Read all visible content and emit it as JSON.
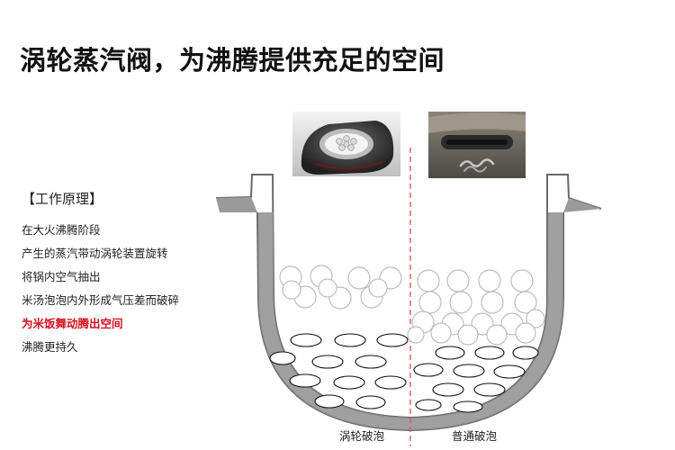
{
  "title": "涡轮蒸汽阀，为沸腾提供充足的空间",
  "principle": {
    "heading": "【工作原理】",
    "steps": [
      {
        "text": "在大火沸腾阶段",
        "highlight": false
      },
      {
        "text": "产生的蒸汽带动涡轮装置旋转",
        "highlight": false
      },
      {
        "text": "将锅内空气抽出",
        "highlight": false
      },
      {
        "text": "米汤泡泡内外形成气压差而破碎",
        "highlight": false
      },
      {
        "text": "为米饭舞动腾出空间",
        "highlight": true
      },
      {
        "text": "沸腾更持久",
        "highlight": false
      }
    ]
  },
  "labels": {
    "left": "涡轮破泡",
    "right": "普通破泡"
  },
  "colors": {
    "highlight": "#d6101e",
    "pot_outline": "#6a6a6a",
    "divider": "#e05050"
  }
}
